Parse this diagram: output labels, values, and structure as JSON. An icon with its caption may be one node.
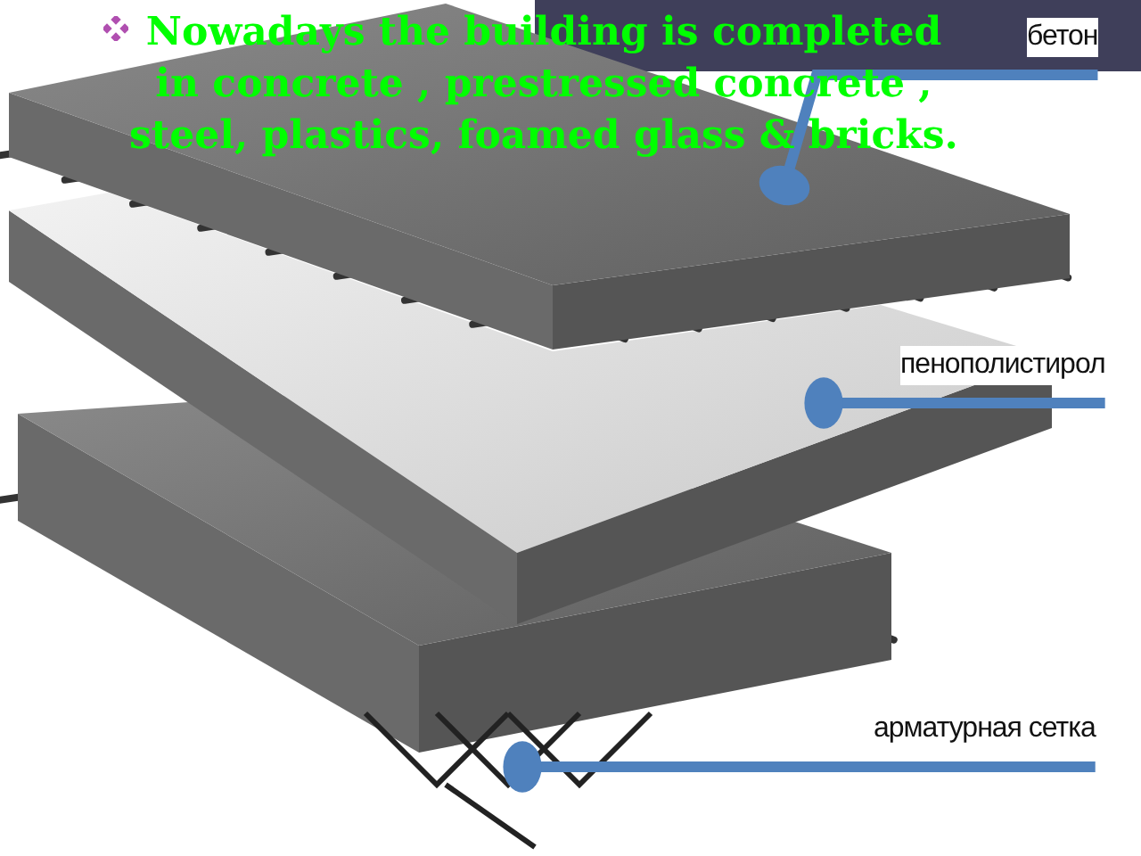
{
  "diagram": {
    "nodes": [
      {
        "text": [
          "бетон"
        ]
      },
      {
        "text": [],
        "shape": "picture"
      },
      {
        "text": [
          "пенополистирол"
        ]
      },
      {
        "text": [],
        "shape": "picture"
      },
      {
        "text": [
          "арматурная сетка"
        ]
      },
      {
        "text": [],
        "shape": "picture"
      }
    ],
    "edges": [
      {
        "from": 0,
        "to": 1,
        "arrow": "other"
      },
      {
        "from": 2,
        "to": 3,
        "arrow": "other"
      },
      {
        "from": 4,
        "to": 5,
        "arrow": "other"
      }
    ],
    "labels": [
      "Nowadays the building is completed in concrete , prestressed concrete , steel, plastics, foamed glass & bricks."
    ]
  }
}
